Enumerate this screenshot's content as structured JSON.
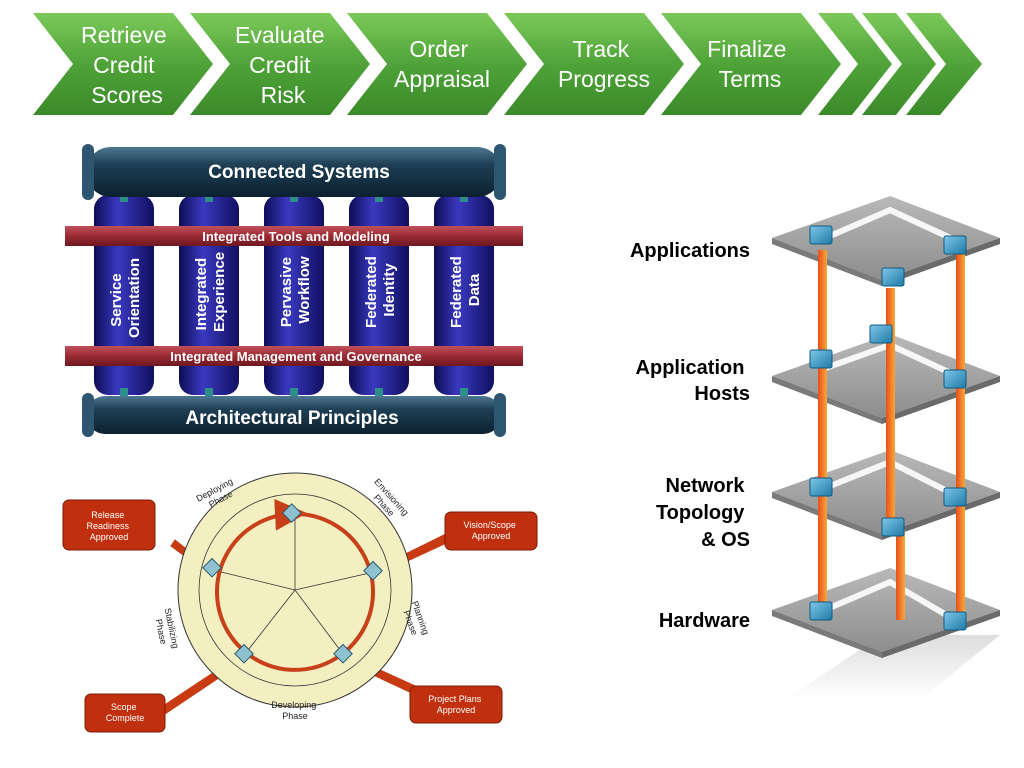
{
  "process_flow": {
    "steps": [
      {
        "lines": [
          "Retrieve",
          "Credit",
          "Scores"
        ]
      },
      {
        "lines": [
          "Evaluate",
          "Credit",
          "Risk"
        ]
      },
      {
        "lines": [
          "Order",
          "Appraisal"
        ]
      },
      {
        "lines": [
          "Track",
          "Progress"
        ]
      },
      {
        "lines": [
          "Finalize",
          "Terms"
        ]
      }
    ],
    "color": "#5aa83e"
  },
  "architecture": {
    "top": "Connected Systems",
    "bottom": "Architectural Principles",
    "beam_top": "Integrated Tools and Modeling",
    "beam_bottom": "Integrated Management and Governance",
    "columns": [
      {
        "lines": [
          "Service",
          "Orientation"
        ]
      },
      {
        "lines": [
          "Integrated",
          "Experience"
        ]
      },
      {
        "lines": [
          "Pervasive",
          "Workflow"
        ]
      },
      {
        "lines": [
          "Federated",
          "Identity"
        ]
      },
      {
        "lines": [
          "Federated",
          "Data"
        ]
      }
    ],
    "pipe_color": "#1e3f55",
    "column_color": "#1b1a8a",
    "beam_color": "#a0303a"
  },
  "lifecycle": {
    "phases": {
      "deploying": [
        "Deploying",
        "Phase"
      ],
      "envisioning": [
        "Envisioning",
        "Phase"
      ],
      "planning": [
        "Planning",
        "Phase"
      ],
      "developing": [
        "Developing",
        "Phase"
      ],
      "stabilizing": [
        "Stabilizing",
        "Phase"
      ]
    },
    "milestones": {
      "release": [
        "Release",
        "Readiness",
        "Approved"
      ],
      "vision": [
        "Vision/Scope",
        "Approved"
      ],
      "plans": [
        "Project Plans",
        "Approved"
      ],
      "scope": [
        "Scope",
        "Complete"
      ]
    },
    "milestone_color": "#c0300e",
    "circle_color": "#f4efc0"
  },
  "infrastructure": {
    "layers": [
      {
        "lines": [
          "Applications"
        ]
      },
      {
        "lines": [
          "Application",
          "Hosts"
        ]
      },
      {
        "lines": [
          "Network",
          "Topology",
          "& OS"
        ]
      },
      {
        "lines": [
          "Hardware"
        ]
      }
    ]
  }
}
